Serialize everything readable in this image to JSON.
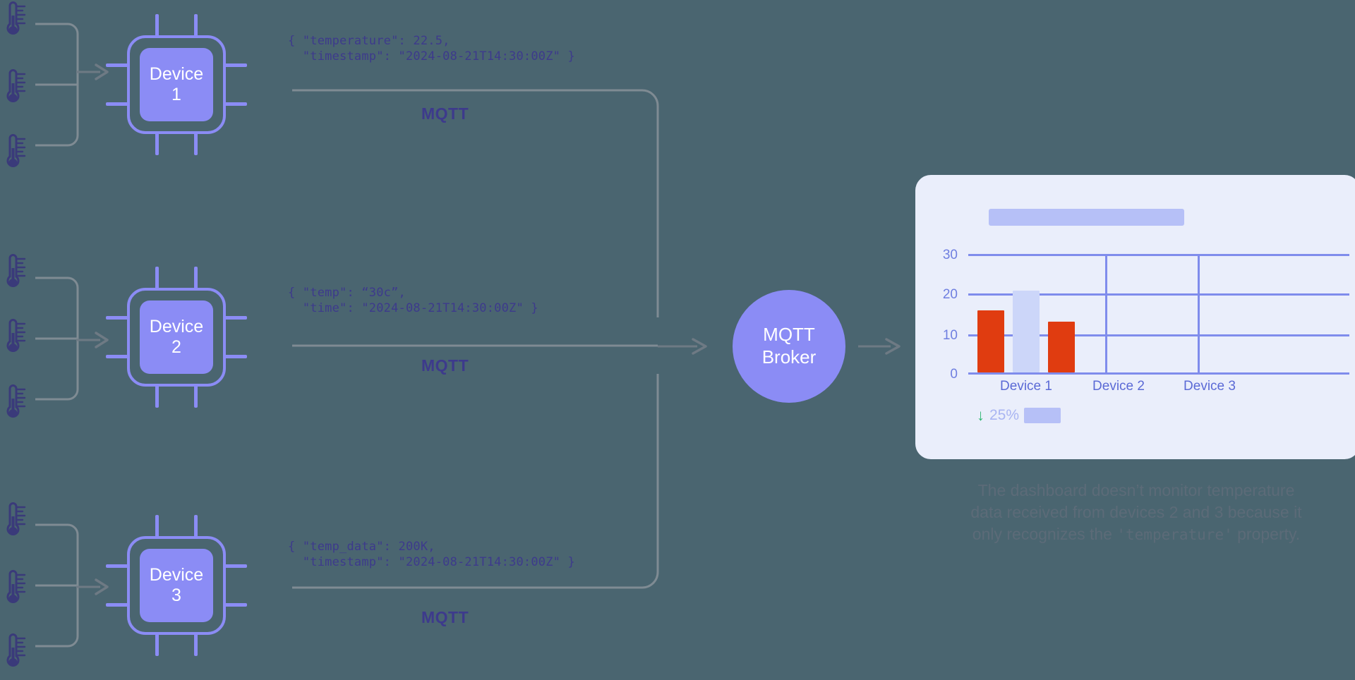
{
  "background_color": "#4a6570",
  "accent_color": "#8b8cf5",
  "devices": [
    {
      "name_line1": "Device",
      "name_line2": "1",
      "icon": "cpu-chip-icon",
      "payload": "{ \"temperature\": 22.5,\n  \"timestamp\": \"2024-08-21T14:30:00Z\" }",
      "protocol_label": "MQTT",
      "sensors": [
        "thermometer-icon",
        "thermometer-icon",
        "thermometer-icon"
      ]
    },
    {
      "name_line1": "Device",
      "name_line2": "2",
      "icon": "cpu-chip-icon",
      "payload": "{ \"temp\": “30c”,\n  \"time\": \"2024-08-21T14:30:00Z\" }",
      "protocol_label": "MQTT",
      "sensors": [
        "thermometer-icon",
        "thermometer-icon",
        "thermometer-icon"
      ]
    },
    {
      "name_line1": "Device",
      "name_line2": "3",
      "icon": "cpu-chip-icon",
      "payload": "{ \"temp_data\": 200K,\n  \"timestamp\": \"2024-08-21T14:30:00Z\" }",
      "protocol_label": "MQTT",
      "sensors": [
        "thermometer-icon",
        "thermometer-icon",
        "thermometer-icon"
      ]
    }
  ],
  "broker": {
    "line1": "MQTT",
    "line2": "Broker",
    "color": "#8b8cf5"
  },
  "dashboard": {
    "title_placeholder": "",
    "legend": {
      "arrow": "↓",
      "value": "25%",
      "arrow_color": "#2eb872"
    }
  },
  "chart_data": {
    "type": "bar",
    "title": "",
    "categories": [
      "Device 1",
      "Device 2",
      "Device 3"
    ],
    "series": [
      {
        "name": "temperature-bar-a",
        "values": [
          16,
          null,
          null
        ],
        "color": "#e03c10"
      },
      {
        "name": "temperature-bar-b",
        "values": [
          21,
          null,
          null
        ],
        "color": "#ccd6f9"
      },
      {
        "name": "temperature-bar-c",
        "values": [
          13,
          null,
          null
        ],
        "color": "#e03c10"
      }
    ],
    "yticks": [
      0,
      10,
      20,
      30
    ],
    "ylim": [
      0,
      32
    ],
    "xlabel": "",
    "ylabel": "",
    "grid": true,
    "legend_position": "bottom-left"
  },
  "caption": {
    "line1": "The dashboard doesn’t monitor temperature",
    "line2": "data received from devices 2 and 3 because it",
    "line3_a": "only recognizes the ",
    "line3_mono": "'temperature'",
    "line3_b": " property."
  }
}
